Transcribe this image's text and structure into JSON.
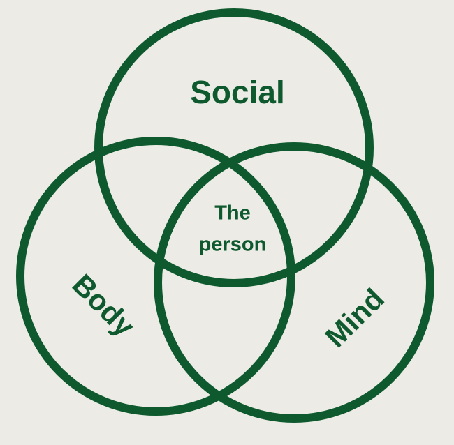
{
  "colors": {
    "stroke": "#0e5a2e",
    "background": "#ecebe6"
  },
  "circles": [
    {
      "id": "social",
      "label": "Social"
    },
    {
      "id": "body",
      "label": "Body"
    },
    {
      "id": "mind",
      "label": "Mind"
    }
  ],
  "center": {
    "line1": "The",
    "line2": "person"
  }
}
